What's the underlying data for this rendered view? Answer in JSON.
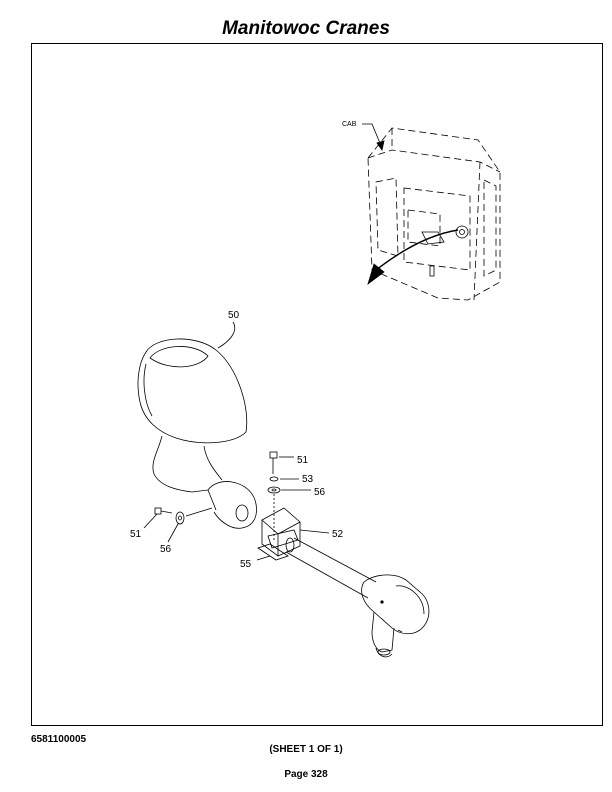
{
  "header": {
    "title": "Manitowoc Cranes"
  },
  "drawing": {
    "labels": {
      "cab": "CAB",
      "p50": "50",
      "p51_top": "51",
      "p53": "53",
      "p56_top": "56",
      "p51_left": "51",
      "p56_left": "56",
      "p52": "52",
      "p55": "55"
    }
  },
  "footer": {
    "document_number": "6581100005",
    "sheet": "(SHEET 1 OF 1)",
    "page": "Page 328"
  }
}
